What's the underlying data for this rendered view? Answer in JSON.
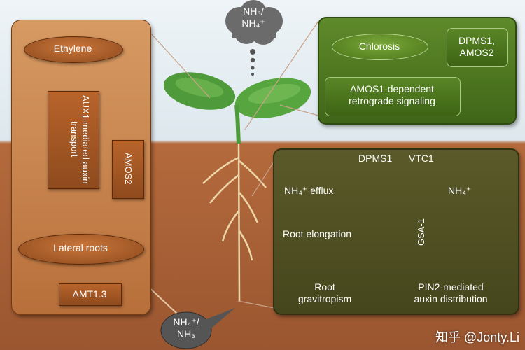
{
  "cloud": {
    "line1": "NH₃/",
    "line2": "NH₄⁺"
  },
  "left_panel": {
    "ethylene": "Ethylene",
    "aux1": "AUX1-mediated auxin transport",
    "amos2": "AMOS2",
    "lateral_roots": "Lateral roots",
    "amt13": "AMT1.3"
  },
  "top_right_panel": {
    "chlorosis": "Chlorosis",
    "dpms1_amos2_l1": "DPMS1,",
    "dpms1_amos2_l2": "AMOS2",
    "amos1_l1": "AMOS1-dependent",
    "amos1_l2": "retrograde signaling"
  },
  "bottom_right_panel": {
    "dpms1": "DPMS1",
    "vtc1": "VTC1",
    "nh4_efflux": "NH₄⁺  efflux",
    "nh4": "NH₄⁺",
    "root_elongation": "Root elongation",
    "gsa1": "GSA-1",
    "root_gravitropism_l1": "Root",
    "root_gravitropism_l2": "gravitropism",
    "pin2_l1": "PIN2-mediated",
    "pin2_l2": "auxin distribution"
  },
  "soil_bubble": {
    "line1": "NH₄⁺/",
    "line2": "NH₃"
  },
  "watermark": "知乎 @Jonty.Li",
  "colors": {
    "soil": "#a85e33",
    "sky": "#e6eef2",
    "left_panel": "#c98349",
    "top_right_panel": "#4f7a20",
    "bottom_right_panel": "#4f5020"
  }
}
